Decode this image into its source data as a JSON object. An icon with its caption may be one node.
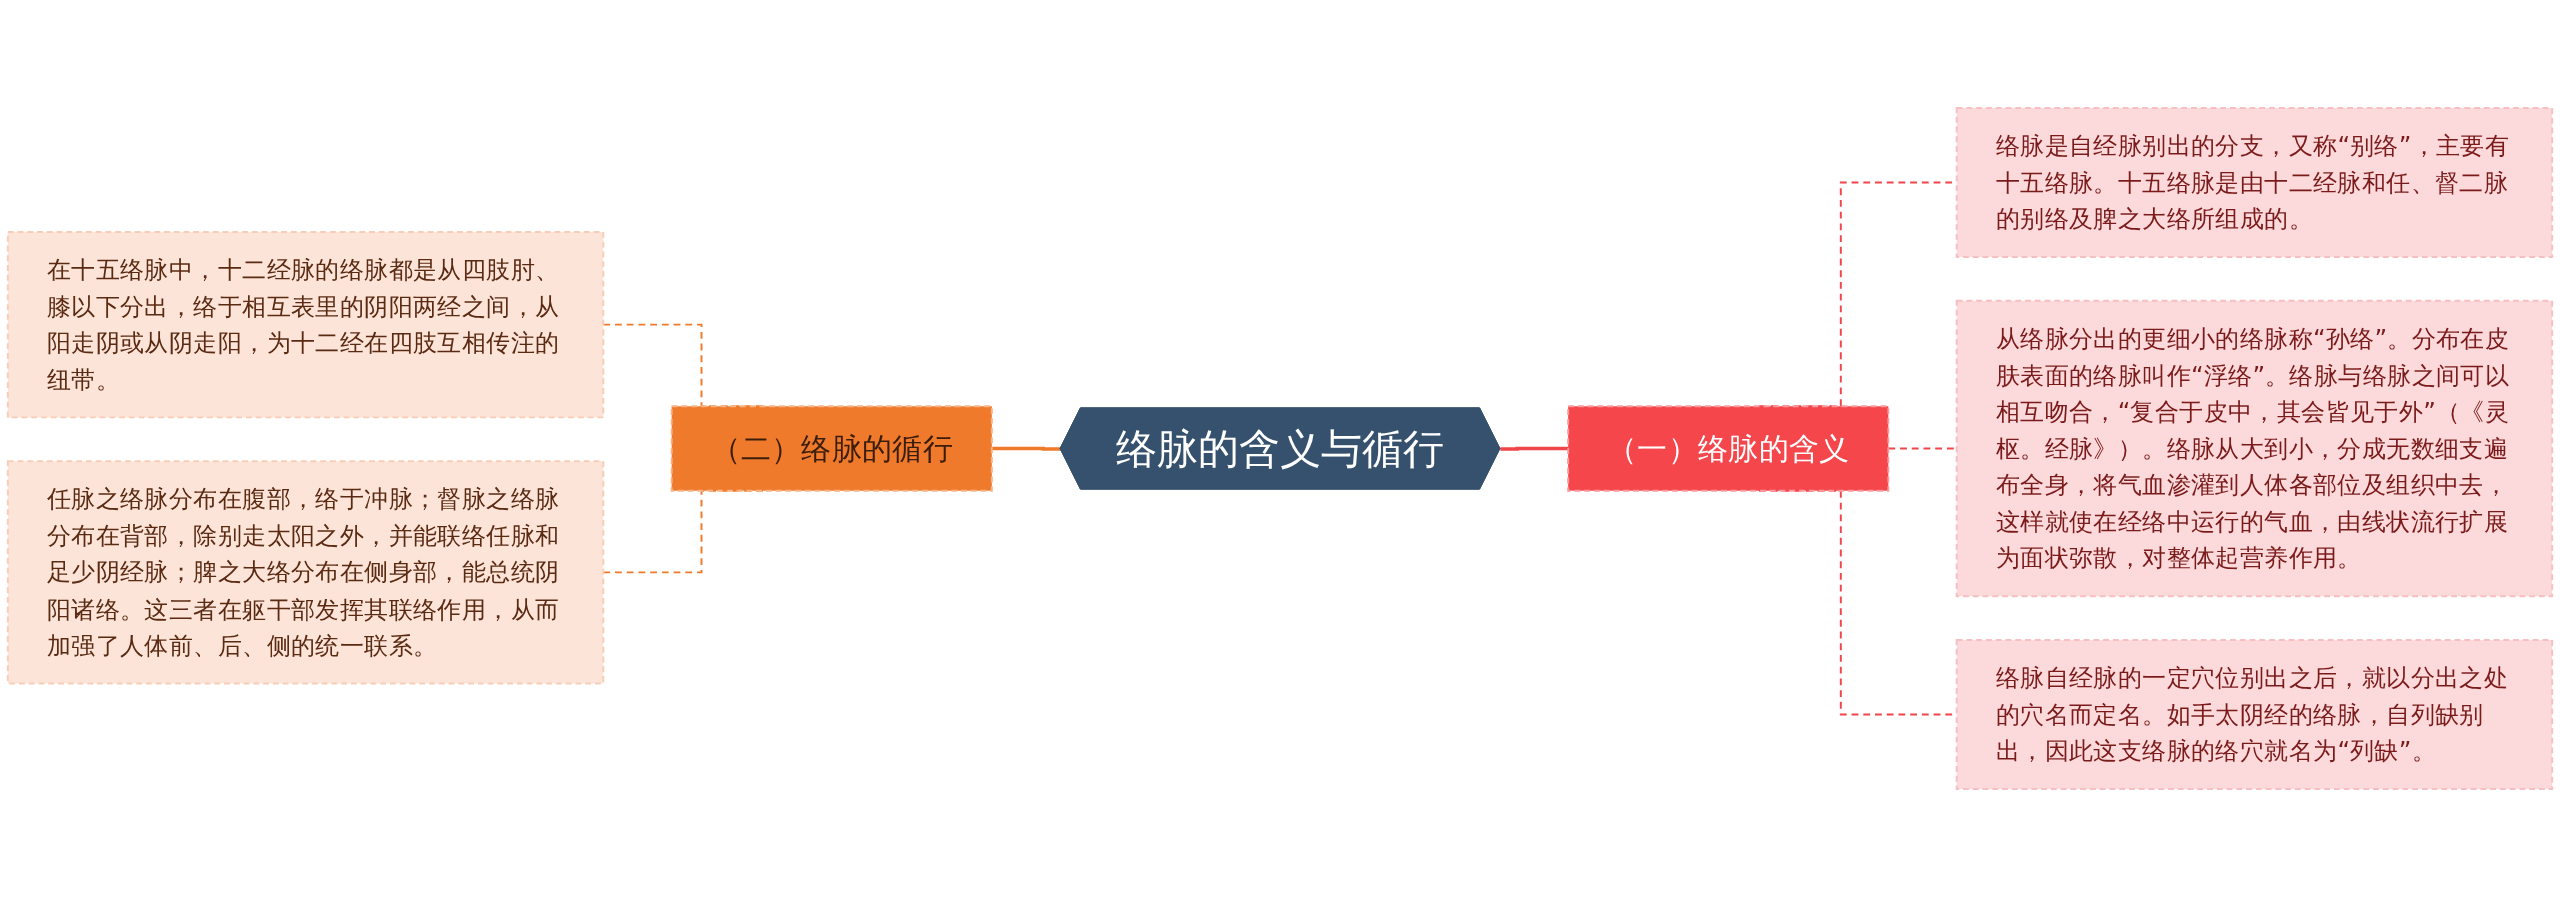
{
  "diagram": {
    "nodes": [
      {
        "text": [
          "络脉的含义与循行"
        ]
      },
      {
        "text": [
          "（一）络脉的含义"
        ]
      },
      {
        "text": [
          "络脉是自经脉别出的分支，又称“别络”，主要有十五络脉。十五络脉是由十二经脉和任、督二脉的别络及脾之大络所组成的。"
        ]
      },
      {
        "text": [
          "从络脉分出的更细小的络脉称“孙络”。分布在皮肤表面的络脉叫作“浮络”。络脉与络脉之间可以相互吻合，“复合于皮中，其会皆见于外”（《灵枢。经脉》）。络脉从大到小，分成无数细支遍布全身，将气血渗灌到人体各部位及组织中去，这样就使在经络中运行的气血，由线状流行扩展为面状弥散，对整体起营养作用。"
        ]
      },
      {
        "text": [
          "络脉自经脉的一定穴位别出之后，就以分出之处的穴名而定名。如手太阴经的络脉，自列缺别出，因此这支络脉的络穴就名为“列缺”。"
        ]
      },
      {
        "text": [
          "（二）络脉的循行"
        ]
      },
      {
        "text": [
          "在十五络脉中，十二经脉的络脉都是从四肢肘、膝以下分出，络于相互表里的阴阳两经之间，从阳走阴或从阴走阳，为十二经在四肢互相传注的纽带。"
        ]
      },
      {
        "text": [
          "任脉之络脉分布在腹部，络于冲脉；督脉之络脉分布在背部，除别走太阳之外，并能联络任脉和足少阴经脉；脾之大络分布在侧身部，能总统阴阳诸络。这三者在躯干部发挥其联络作用，从而加强了人体前、后、侧的统一联系。"
        ]
      }
    ],
    "edges": [
      {
        "from": 0,
        "to": 1,
        "arrow": "none",
        "color": "#f0454a"
      },
      {
        "from": 1,
        "to": 2,
        "arrow": "none",
        "style": "dashed",
        "color": "#f0454a"
      },
      {
        "from": 1,
        "to": 3,
        "arrow": "none",
        "style": "dashed",
        "color": "#f0454a"
      },
      {
        "from": 1,
        "to": 4,
        "arrow": "none",
        "style": "dashed",
        "color": "#f0454a"
      },
      {
        "from": 5,
        "to": 0,
        "arrow": "none",
        "color": "#f07a2b"
      },
      {
        "from": 6,
        "to": 5,
        "arrow": "none",
        "style": "dashed",
        "color": "#f07a2b"
      },
      {
        "from": 7,
        "to": 5,
        "arrow": "none",
        "style": "dashed",
        "color": "#f07a2b"
      }
    ]
  }
}
